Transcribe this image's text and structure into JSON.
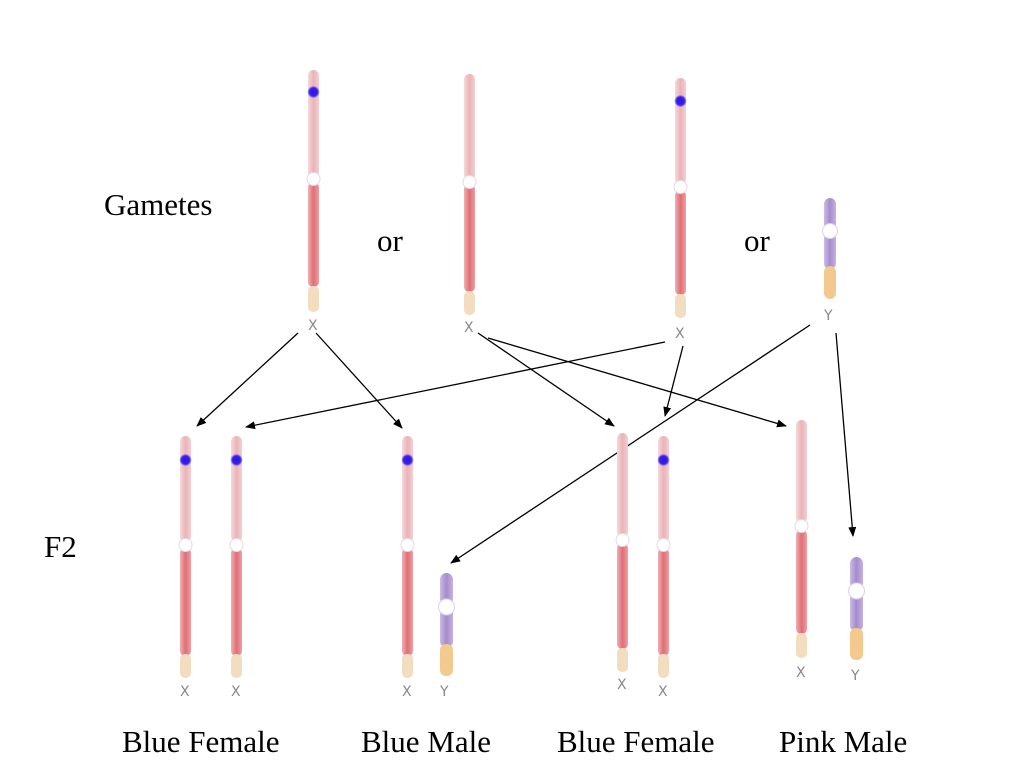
{
  "labels": {
    "gametes": "Gametes",
    "or": "or",
    "f2": "F2"
  },
  "chromosome_letters": {
    "x": "X",
    "y": "Y"
  },
  "captions": [
    "Blue Female",
    "Blue Male",
    "Blue Female",
    "Pink Male"
  ],
  "colors": {
    "x_chromosome_light": "#f2cdd0",
    "x_chromosome_dark": "#e07a80",
    "x_chromosome_tip": "#f3ddc0",
    "y_chromosome": "#b7a0d6",
    "y_chromosome_tip": "#f3c98e",
    "centromere": "#ffffff",
    "blue_gene": "#2a14e0",
    "arrow": "#000000"
  }
}
